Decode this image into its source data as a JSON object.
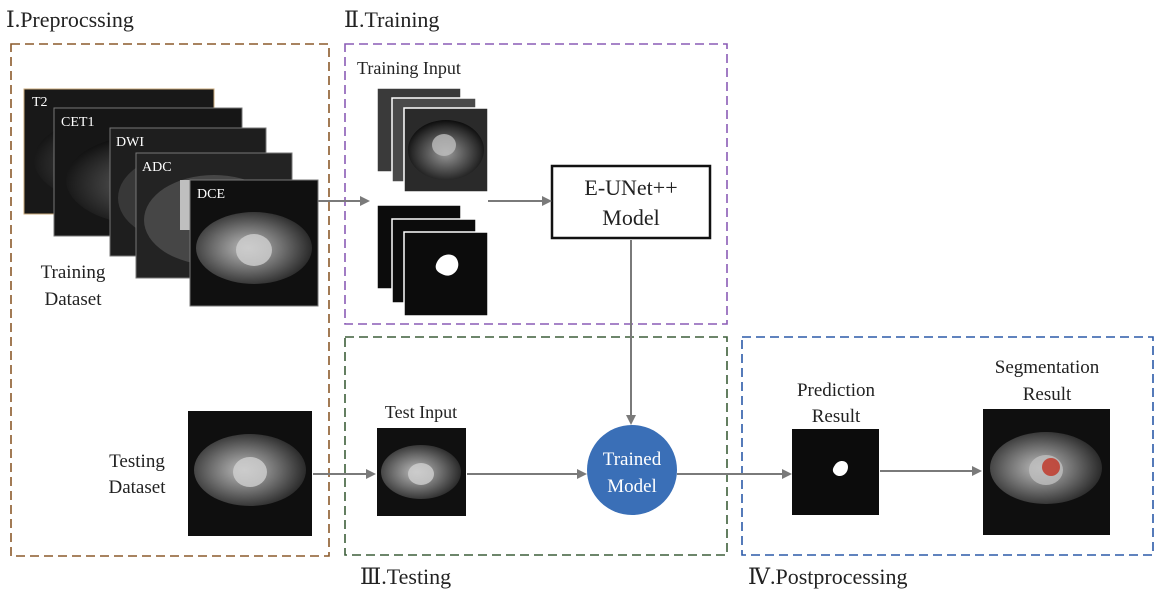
{
  "sections": {
    "preprocessing": {
      "title": "Ⅰ.Preprocssing",
      "color": "#8b5a2b"
    },
    "training": {
      "title": "Ⅱ.Training",
      "color": "#8a5bb5"
    },
    "testing": {
      "title": "Ⅲ.Testing",
      "color": "#3d5f3a"
    },
    "postprocessing": {
      "title": "Ⅳ.Postprocessing",
      "color": "#2b5aa8"
    }
  },
  "preprocessing": {
    "sequences": [
      "T2",
      "CET1",
      "DWI",
      "ADC",
      "DCE"
    ],
    "training_label_line1": "Training",
    "training_label_line2": "Dataset",
    "testing_label_line1": "Testing",
    "testing_label_line2": "Dataset"
  },
  "training": {
    "input_label": "Training Input",
    "model_line1": "E-UNet++",
    "model_line2": "Model"
  },
  "testing": {
    "input_label": "Test Input",
    "trained_line1": "Trained",
    "trained_line2": "Model",
    "trained_color": "#3a6fb7"
  },
  "postprocessing": {
    "prediction_line1": "Prediction",
    "prediction_line2": "Result",
    "segmentation_line1": "Segmentation",
    "segmentation_line2": "Result"
  },
  "colors": {
    "arrow": "#7a7a7a",
    "scan_dark": "#141414",
    "scan_mid": "#5a5a5a"
  }
}
